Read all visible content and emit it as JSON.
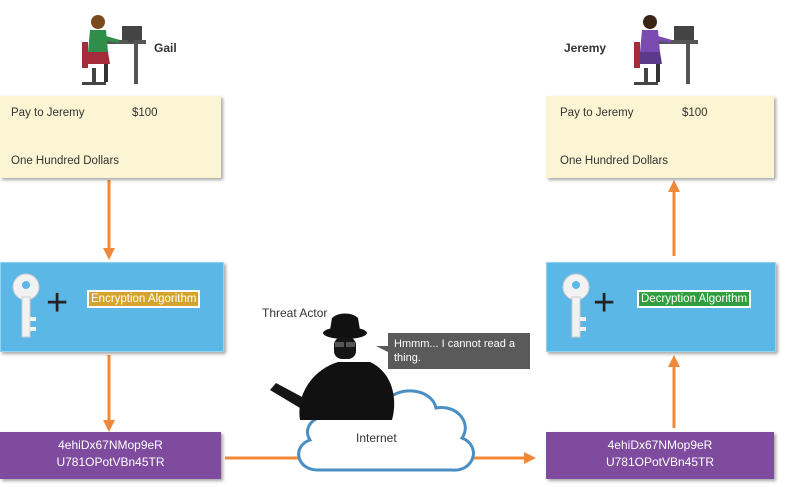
{
  "sender": {
    "name": "Gail"
  },
  "receiver": {
    "name": "Jeremy"
  },
  "sender_note": {
    "line1_label": "Pay to Jeremy",
    "line1_amount": "$100",
    "line2": "One Hundred Dollars"
  },
  "receiver_note": {
    "line1_label": "Pay to Jeremy",
    "line1_amount": "$100",
    "line2": "One Hundred Dollars"
  },
  "encryption": {
    "label": "Encryption Algorithm",
    "plus": "+"
  },
  "decryption": {
    "label": "Decryption Algorithm",
    "plus": "+"
  },
  "cipher_sender": {
    "line1": "4ehiDx67NMop9eR",
    "line2": "U781OPotVBn45TR"
  },
  "cipher_receiver": {
    "line1": "4ehiDx67NMop9eR",
    "line2": "U781OPotVBn45TR"
  },
  "threat": {
    "label": "Threat Actor",
    "speech": "Hmmm... I cannot read a thing."
  },
  "network": {
    "label": "Internet"
  },
  "colors": {
    "arrow": "#f0883a",
    "note_bg": "#fbf5d3",
    "key_box": "#5bb8e6",
    "cipher_box": "#7e4b9e"
  }
}
